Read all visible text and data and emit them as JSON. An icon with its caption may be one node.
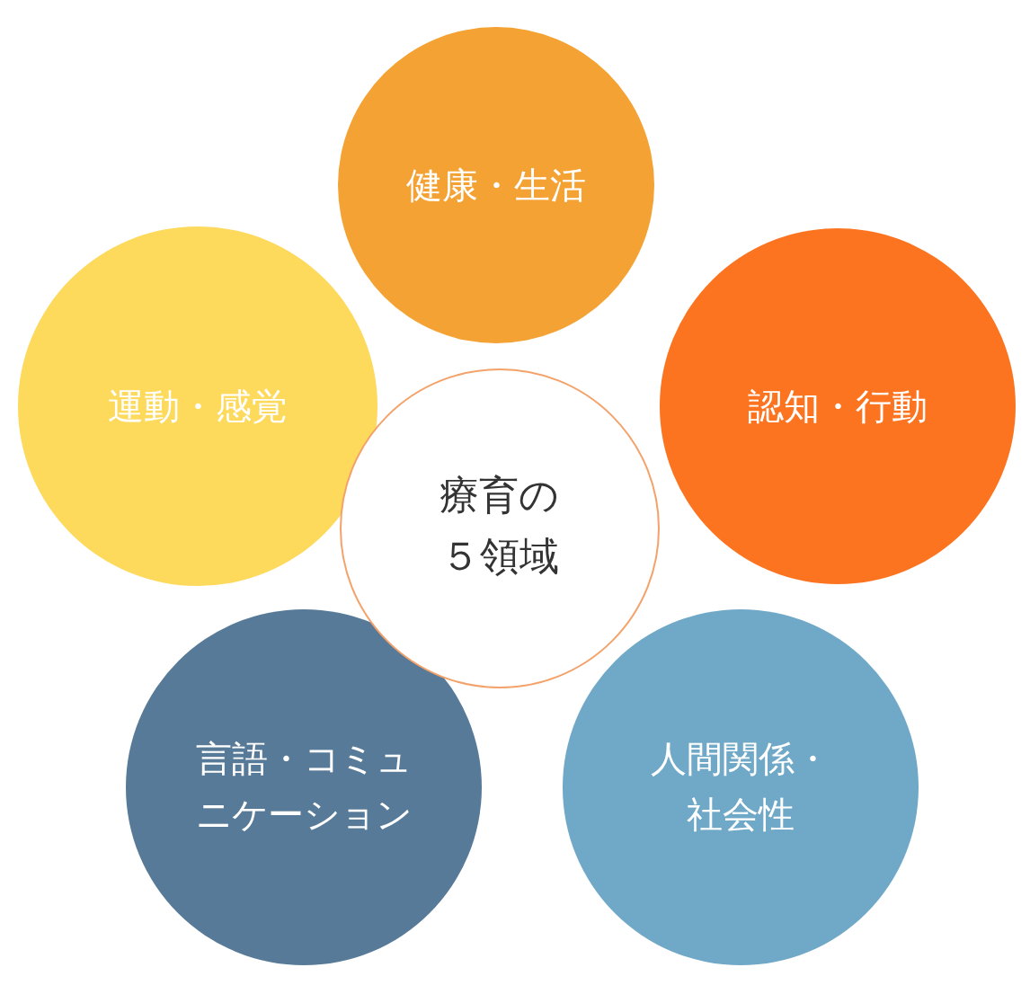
{
  "diagram": {
    "nodes": [
      {
        "text": [
          "健康・生活"
        ]
      },
      {
        "text": [
          "運動・感覚"
        ]
      },
      {
        "text": [
          "療育の５領域"
        ]
      },
      {
        "text": [
          "認知・行動"
        ]
      },
      {
        "text": [
          "言語・コミュニケーション"
        ]
      },
      {
        "text": [
          "人間関係・社会性"
        ]
      }
    ]
  }
}
